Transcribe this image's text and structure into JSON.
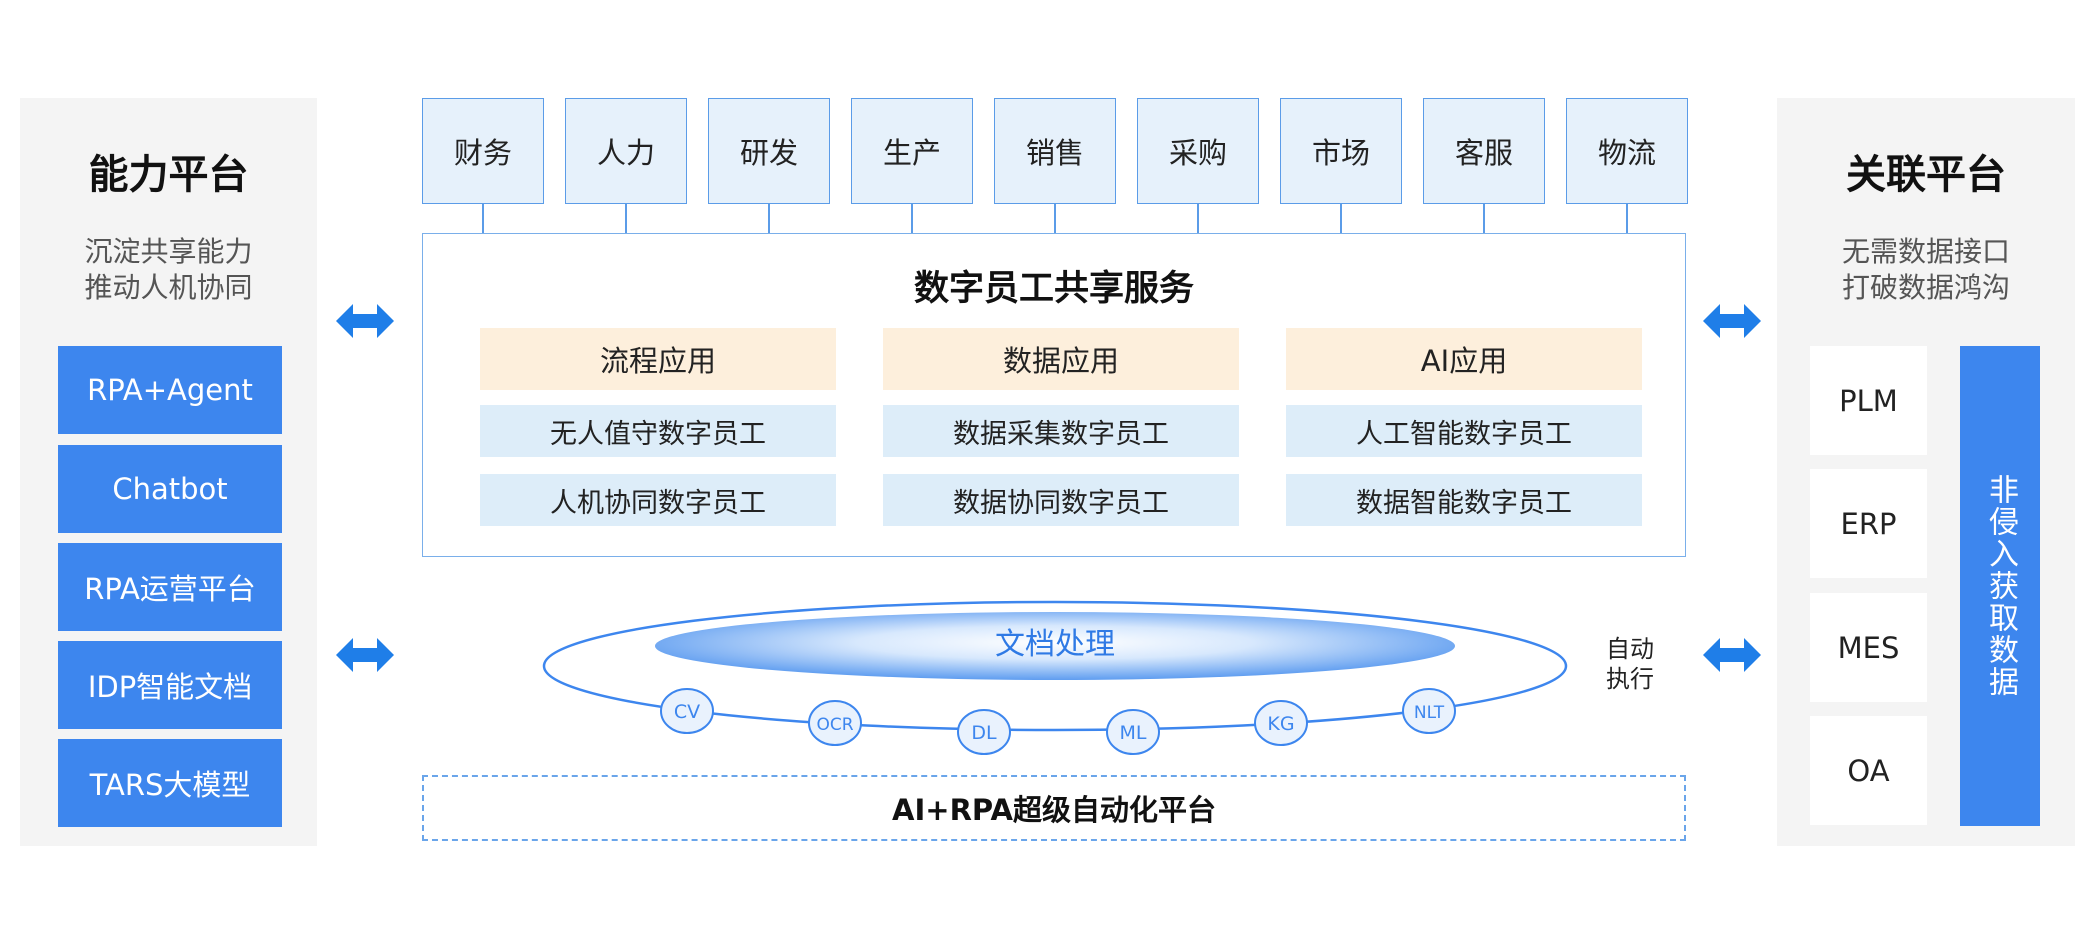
{
  "left_panel": {
    "title": "能力平台",
    "subtitle_line1": "沉淀共享能力",
    "subtitle_line2": "推动人机协同",
    "items": [
      "RPA+Agent",
      "Chatbot",
      "RPA运营平台",
      "IDP智能文档",
      "TARS大模型"
    ]
  },
  "departments": [
    "财务",
    "人力",
    "研发",
    "生产",
    "销售",
    "采购",
    "市场",
    "客服",
    "物流"
  ],
  "shared_service": {
    "title": "数字员工共享服务",
    "columns": [
      {
        "header": "流程应用",
        "items": [
          "无人值守数字员工",
          "人机协同数字员工"
        ]
      },
      {
        "header": "数据应用",
        "items": [
          "数据采集数字员工",
          "数据协同数字员工"
        ]
      },
      {
        "header": "AI应用",
        "items": [
          "人工智能数字员工",
          "数据智能数字员工"
        ]
      }
    ]
  },
  "doc_processing": {
    "label": "文档处理",
    "nodes": [
      "CV",
      "OCR",
      "DL",
      "ML",
      "KG",
      "NLT"
    ]
  },
  "auto_exec": {
    "line1": "自动",
    "line2": "执行"
  },
  "platform_label": "AI+RPA超级自动化平台",
  "right_panel": {
    "title": "关联平台",
    "subtitle_line1": "无需数据接口",
    "subtitle_line2": "打破数据鸿沟",
    "systems": [
      "PLM",
      "ERP",
      "MES",
      "OA"
    ],
    "vertical_label": "非侵入获取数据"
  },
  "colors": {
    "accent_blue": "#3d86ee",
    "light_blue": "#e6f1fb",
    "light_orange": "#fdefdc",
    "panel_gray": "#f4f4f4"
  }
}
